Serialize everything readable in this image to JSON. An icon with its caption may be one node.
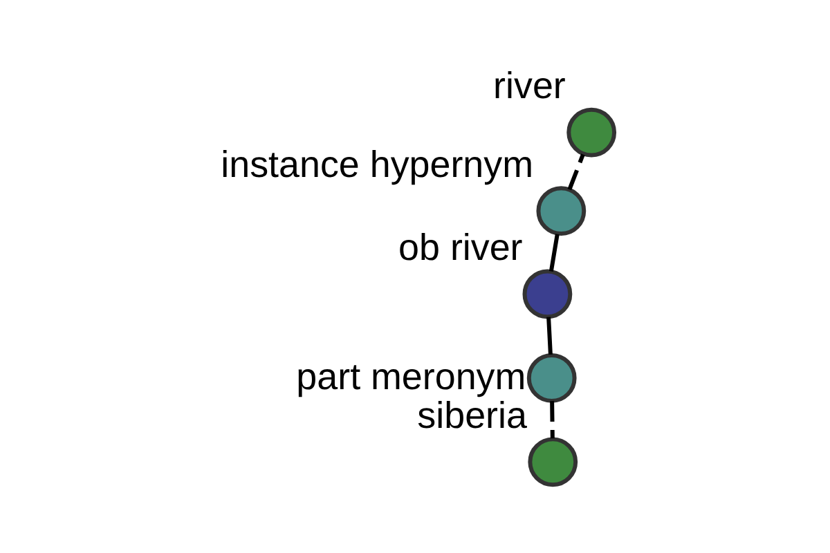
{
  "diagram": {
    "nodes": [
      {
        "text": [
          "ob river"
        ]
      },
      {
        "text": [
          "part meronym"
        ]
      },
      {
        "text": [
          "siberia"
        ]
      },
      {
        "text": [
          "instance hypernym"
        ]
      },
      {
        "text": [
          "river"
        ]
      }
    ],
    "edges": [
      {
        "from": 0,
        "to": 1,
        "arrow": "none"
      },
      {
        "from": 1,
        "to": 2,
        "arrow": "none",
        "style": "dashed"
      },
      {
        "from": 0,
        "to": 3,
        "arrow": "none"
      },
      {
        "from": 3,
        "to": 4,
        "arrow": "none",
        "style": "dashed"
      }
    ]
  }
}
